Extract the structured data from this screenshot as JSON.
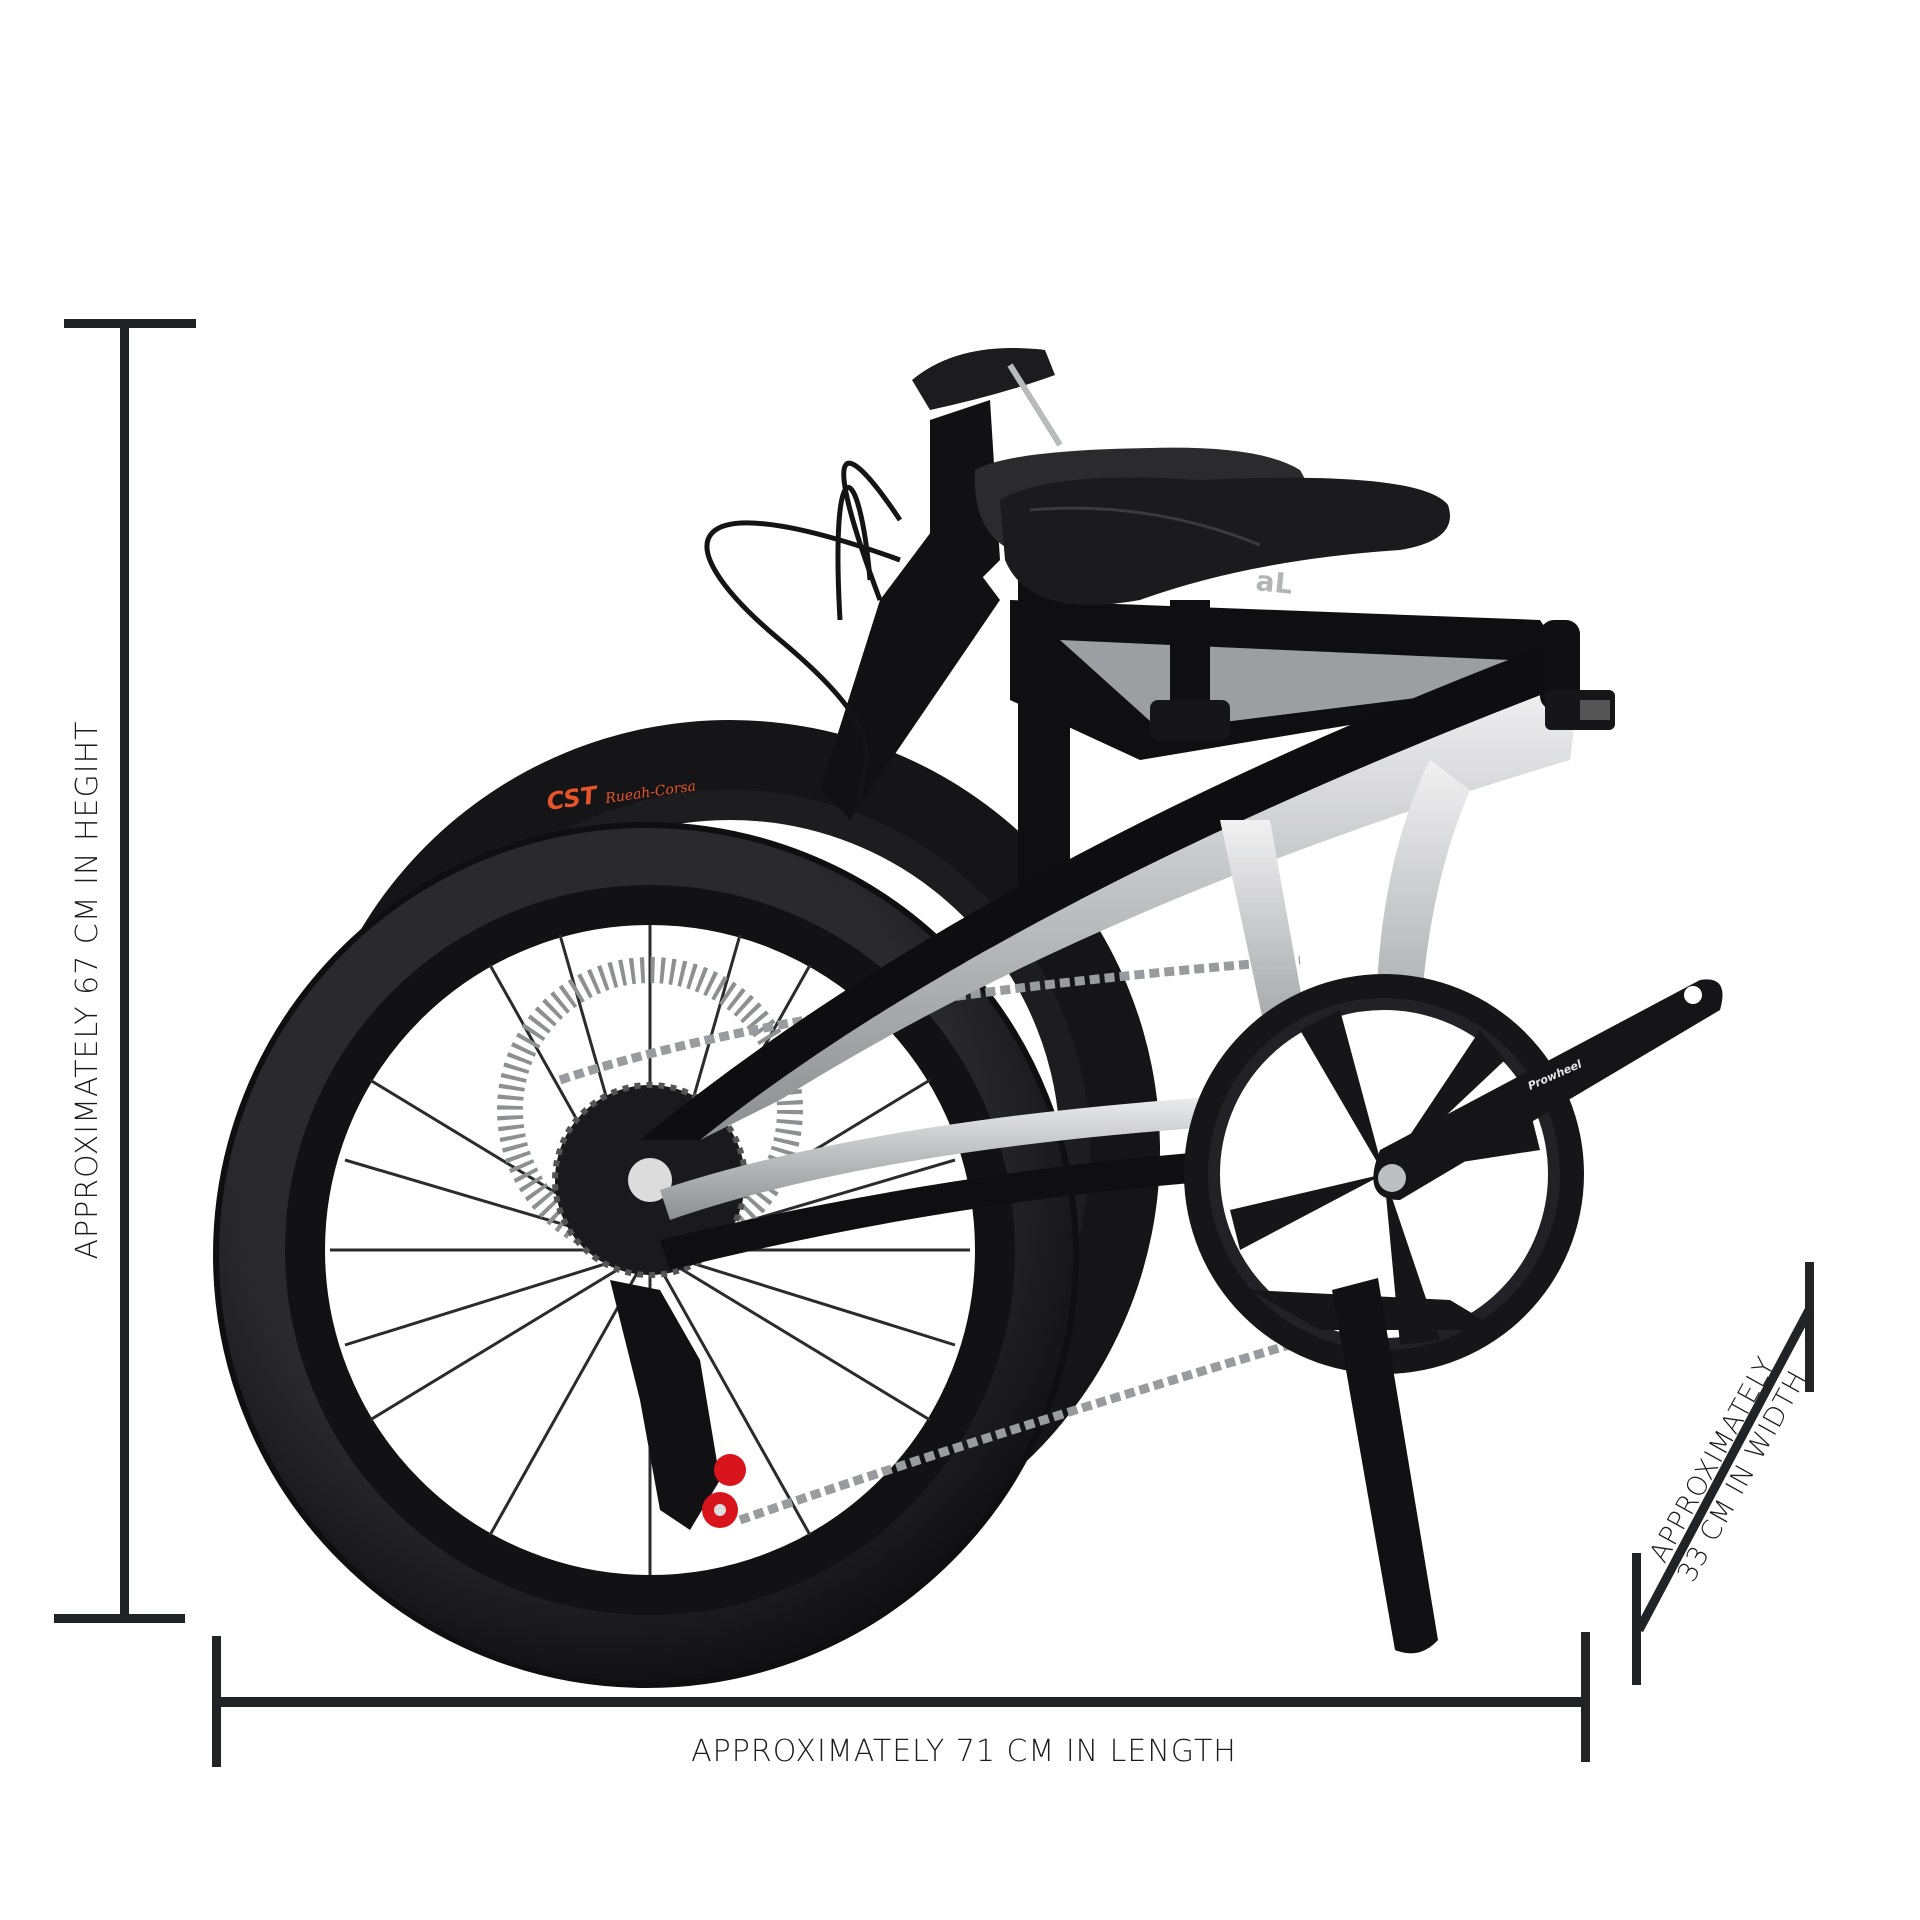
{
  "image": {
    "subject": "Folded folding bicycle with dimension annotations",
    "background": "#ffffff",
    "line_color": "#222326"
  },
  "dimensions": {
    "height": {
      "label": "APPROXIMATELY 67 CM IN HEGIHT",
      "value_cm": 67
    },
    "length": {
      "label": "APPROXIMATELY 71 CM IN LENGTH",
      "value_cm": 71
    },
    "width": {
      "label_line1": "APPROXIMATELY",
      "label_line2": "33 CM IN WIDTH",
      "value_cm": 33
    }
  },
  "bike": {
    "tire_brand": "CST",
    "tire_model_script": "Rueah-Corsa",
    "crank_brand": "Prowheel",
    "frame_logo_partial": "aL",
    "colors": {
      "frame_black": "#0e0e10",
      "frame_silver": "#c9cacc",
      "tire": "#1a1a1c",
      "tire_logo": "#e8542a",
      "derailleur_accent": "#d8141c"
    }
  }
}
